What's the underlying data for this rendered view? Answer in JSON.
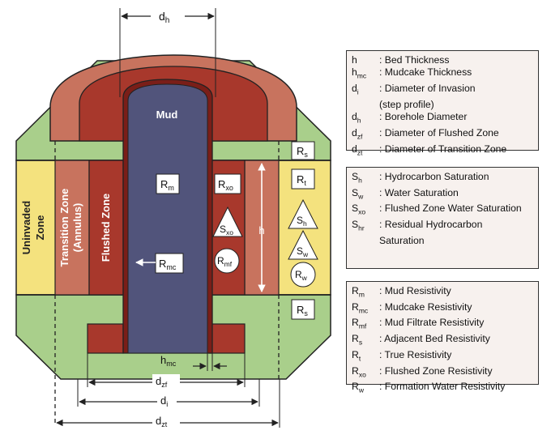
{
  "diagram": {
    "dims": {
      "dh": {
        "main": "d",
        "sub": "h"
      },
      "hmc": {
        "main": "h",
        "sub": "mc"
      },
      "dzf": {
        "main": "d",
        "sub": "zf"
      },
      "di": {
        "main": "d",
        "sub": "i"
      },
      "dzt": {
        "main": "d",
        "sub": "zt"
      },
      "h": "h"
    },
    "mud": "Mud",
    "zones": {
      "uninvaded": [
        "Uninvaded",
        "Zone"
      ],
      "transition": [
        "Transition Zone",
        "(Annulus)"
      ],
      "flushed": "Flushed Zone"
    },
    "boxes": {
      "rm": {
        "main": "R",
        "sub": "m"
      },
      "rmc": {
        "main": "R",
        "sub": "mc"
      },
      "rxo": {
        "main": "R",
        "sub": "xo"
      },
      "sxo": {
        "main": "S",
        "sub": "xo"
      },
      "rmf": {
        "main": "R",
        "sub": "mf"
      },
      "rs_top": {
        "main": "R",
        "sub": "s"
      },
      "rt": {
        "main": "R",
        "sub": "t"
      },
      "sh": {
        "main": "S",
        "sub": "h"
      },
      "sw": {
        "main": "S",
        "sub": "w"
      },
      "rw": {
        "main": "R",
        "sub": "w"
      },
      "rs_bottom": {
        "main": "R",
        "sub": "s"
      }
    }
  },
  "legend_dims": [
    {
      "s": "h",
      "sub": "",
      "d": ": Bed Thickness"
    },
    {
      "s": "h",
      "sub": "mc",
      "d": ": Mudcake Thickness"
    },
    {
      "s": "d",
      "sub": "i",
      "d": ": Diameter of Invasion"
    },
    {
      "s": "",
      "sub": "",
      "d": "(step profile)"
    },
    {
      "s": "d",
      "sub": "h",
      "d": ": Borehole Diameter"
    },
    {
      "s": "d",
      "sub": "zf",
      "d": ": Diameter of Flushed Zone"
    },
    {
      "s": "d",
      "sub": "zt",
      "d": ": Diameter of Transition Zone"
    }
  ],
  "legend_sat": [
    {
      "s": "S",
      "sub": "h",
      "d": ": Hydrocarbon Saturation"
    },
    {
      "s": "S",
      "sub": "w",
      "d": ": Water Saturation"
    },
    {
      "s": "S",
      "sub": "xo",
      "d": ": Flushed Zone Water Saturation"
    },
    {
      "s": "S",
      "sub": "hr",
      "d": ": Residual Hydrocarbon"
    },
    {
      "s": "",
      "sub": "",
      "d": "Saturation"
    }
  ],
  "legend_res": [
    {
      "s": "R",
      "sub": "m",
      "d": ": Mud Resistivity"
    },
    {
      "s": "R",
      "sub": "mc",
      "d": ": Mudcake Resistivity"
    },
    {
      "s": "R",
      "sub": "mf",
      "d": ": Mud Filtrate Resistivity"
    },
    {
      "s": "R",
      "sub": "s",
      "d": ": Adjacent Bed Resistivity"
    },
    {
      "s": "R",
      "sub": "t",
      "d": ": True Resistivity"
    },
    {
      "s": "R",
      "sub": "xo",
      "d": ": Flushed Zone Resistivity"
    },
    {
      "s": "R",
      "sub": "w",
      "d": ": Formation Water Resistivity"
    }
  ],
  "colors": {
    "green": "#a9cf8b",
    "yellow": "#f4e27e",
    "transition": "#c8735e",
    "flushed": "#a8382c",
    "mudcake": "#7a1e18",
    "mud": "#51547b",
    "outline": "#222222"
  }
}
